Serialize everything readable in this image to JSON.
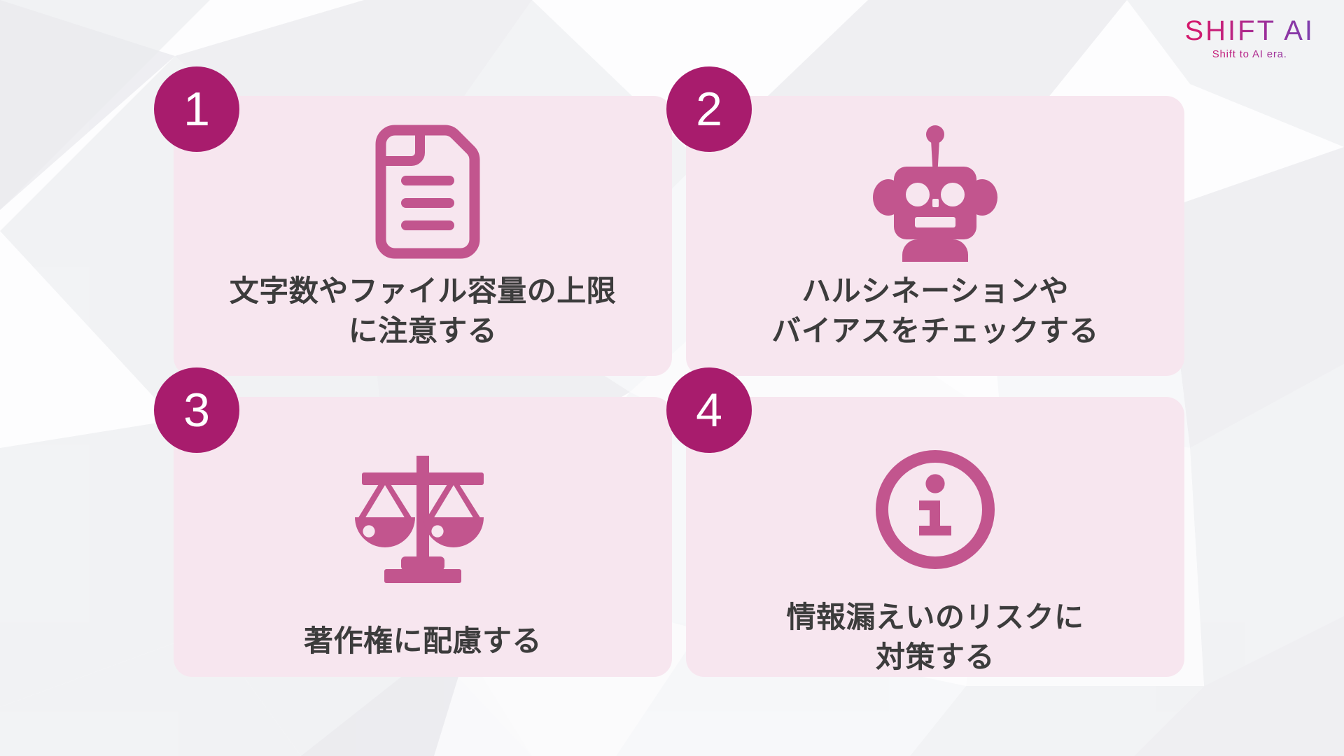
{
  "brand": {
    "wordmark": "SHIFT AI",
    "tagline": "Shift to AI era.",
    "accent_start": "#d6186a",
    "accent_end": "#7a3fb0"
  },
  "theme": {
    "card_background": "#f7e6ef",
    "badge_background": "#a81c6d",
    "icon_color": "#c2558e",
    "title_color": "#3c3c3c",
    "page_background": "#fdfdfe"
  },
  "cards": [
    {
      "number": "1",
      "icon": "document-icon",
      "title_lines": [
        "文字数やファイル容量の上限",
        "に注意する"
      ]
    },
    {
      "number": "2",
      "icon": "robot-icon",
      "title_lines": [
        "ハルシネーションや",
        "バイアスをチェックする"
      ]
    },
    {
      "number": "3",
      "icon": "balance-scale-icon",
      "title_lines": [
        "著作権に配慮する"
      ]
    },
    {
      "number": "4",
      "icon": "info-circle-icon",
      "title_lines": [
        "情報漏えいのリスクに",
        "対策する"
      ]
    }
  ]
}
